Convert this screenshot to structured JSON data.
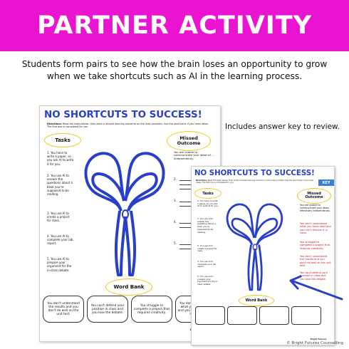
{
  "banner": {
    "title": "PARTNER ACTIVITY",
    "color": "#ea13cf"
  },
  "description": "Students form pairs to see how the brain loses an opportunity to grow when we take shortcuts such as AI in the learning process.",
  "side_note": "Includes answer key to review.",
  "credit": "© Bright Futures Counselling",
  "worksheet": {
    "title": "NO SHORTCUTS TO SUCCESS!",
    "directions_label": "Directions:",
    "directions": "Read the tasks below, then write a missed learning outcome on the lines provided. Use the word bank if you need ideas. The first one is completed for you.",
    "tasks_label": "Tasks",
    "missed_label": "Missed Outcome",
    "tasks": [
      {
        "num": "1.",
        "text": "You have to write a paper, so you ask AI to write it for you."
      },
      {
        "num": "2.",
        "text": "You use AI to answer the questions about a book you're supposed to be reading."
      },
      {
        "num": "3.",
        "text": "You use AI to create a project for class."
      },
      {
        "num": "4.",
        "text": "You use AI to complete your lab report."
      },
      {
        "num": "5.",
        "text": "You use AI to prepare your argument for the in-class debate."
      }
    ],
    "first_answer": "You are unable to communicate your ideas of ... independently.",
    "line_numbers": [
      "2.",
      "3.",
      "4.",
      "5."
    ],
    "word_bank_label": "Word Bank",
    "word_bank": [
      "You don't understand the results and you don't do well on the unit test.",
      "You can't defend your position in class and you lose the debate.",
      "You struggle to complete a project that requires creativity.",
      "You don't understand what you have read and you can't discuss it in class."
    ],
    "logo": "Bright Futures Counselling",
    "accent_color": "#2a3fc9",
    "oval_color": "#f2c418"
  },
  "key_sheet": {
    "title": "NO SHORTCUTS TO SUCCESS!",
    "badge": "KEY",
    "directions_label": "Directions:",
    "directions": "Read the tasks below, then write a missed learning outcome on the lines provided. Use the word bank if you need ideas. The first one is completed for you.",
    "tasks_label": "Tasks",
    "missed_label": "Missed Outcome",
    "tasks": [
      {
        "num": "1.",
        "text": "You have to write a paper, so you ask AI to write it for you."
      },
      {
        "num": "2.",
        "text": "You use AI to answer the questions about a book you're supposed to be reading."
      },
      {
        "num": "3.",
        "text": "You use AI to create a project for class."
      },
      {
        "num": "4.",
        "text": "You use AI to complete your lab report."
      },
      {
        "num": "5.",
        "text": "You use AI to prepare your argument for the in-class debate."
      }
    ],
    "answers": [
      "You are unable to communicate your ideas effectively independently.",
      "You don't understand what you have read and you can't discuss it in class.",
      "You struggle to complete a project that requires creativity.",
      "You don't understand the results and you don't do well on the unit test.",
      "You can't defend your position in class and you lose the debate."
    ],
    "word_bank_label": "Word Bank",
    "logo": "Bright Futures",
    "answer_color": "#d0142a",
    "badge_color": "#3f7ed6"
  },
  "icons": [
    "scissors-icon",
    "arrow-icon"
  ]
}
